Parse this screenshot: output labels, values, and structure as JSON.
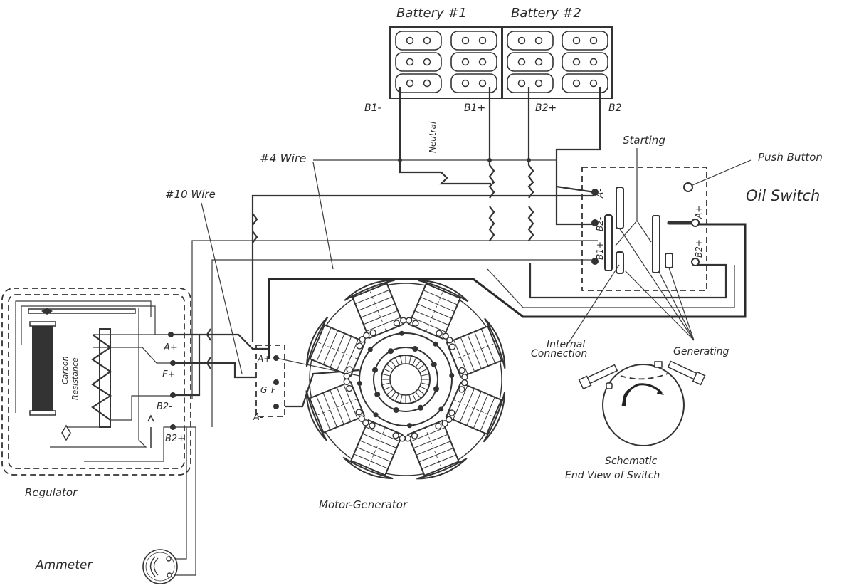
{
  "diagram": {
    "title": "Motor-Generator Starting & Charging Wiring Diagram",
    "colors": {
      "ink": "#333333",
      "paper": "#ffffff"
    },
    "batteries": {
      "battery1_label": "Battery #1",
      "battery2_label": "Battery #2",
      "terminals": [
        "B1-",
        "B1+",
        "B2+",
        "B2"
      ],
      "neutral_label": "Neutral"
    },
    "wires": {
      "wire4_label": "#4 Wire",
      "wire10_label": "#10 Wire"
    },
    "oil_switch": {
      "label": "Oil Switch",
      "push_button_label": "Push Button",
      "starting_label": "Starting",
      "terminals": [
        "A-",
        "B2-",
        "B1+",
        "A+",
        "B2+"
      ],
      "internal_connection_label": "Internal Connection",
      "generating_label": "Generating"
    },
    "switch_end_view": {
      "caption_line1": "Schematic",
      "caption_line2": "End View of Switch"
    },
    "regulator": {
      "label": "Regulator",
      "carbon_resistance_label": "Carbon Resistance",
      "terminals": [
        "A+",
        "F+",
        "B2-",
        "B2+"
      ]
    },
    "motor_generator": {
      "label": "Motor-Generator",
      "terminals": [
        "A+",
        "G",
        "F",
        "A-"
      ],
      "pole_count": 8
    },
    "ammeter": {
      "label": "Ammeter"
    }
  }
}
